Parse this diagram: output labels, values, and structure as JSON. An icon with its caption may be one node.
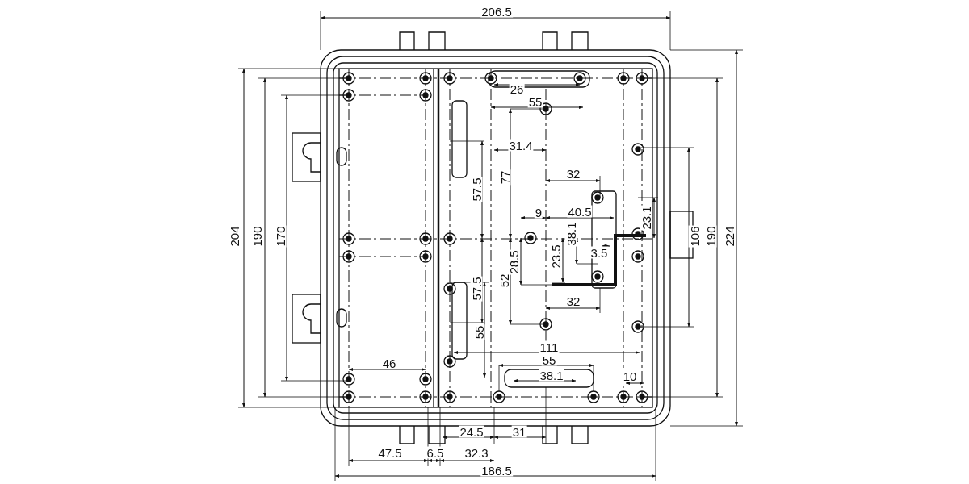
{
  "diagram": {
    "labels": [
      "206.5",
      "26",
      "55",
      "31.4",
      "32",
      "77",
      "57.5",
      "9",
      "40.5",
      "23.1",
      "204",
      "190",
      "170",
      "38.1",
      "106",
      "190",
      "224",
      "28.5",
      "23.5",
      "3.5",
      "57.5",
      "52",
      "32",
      "55",
      "111",
      "55",
      "46",
      "38.1",
      "10",
      "24.5",
      "31",
      "47.5",
      "6.5",
      "32.3",
      "186.5"
    ]
  }
}
